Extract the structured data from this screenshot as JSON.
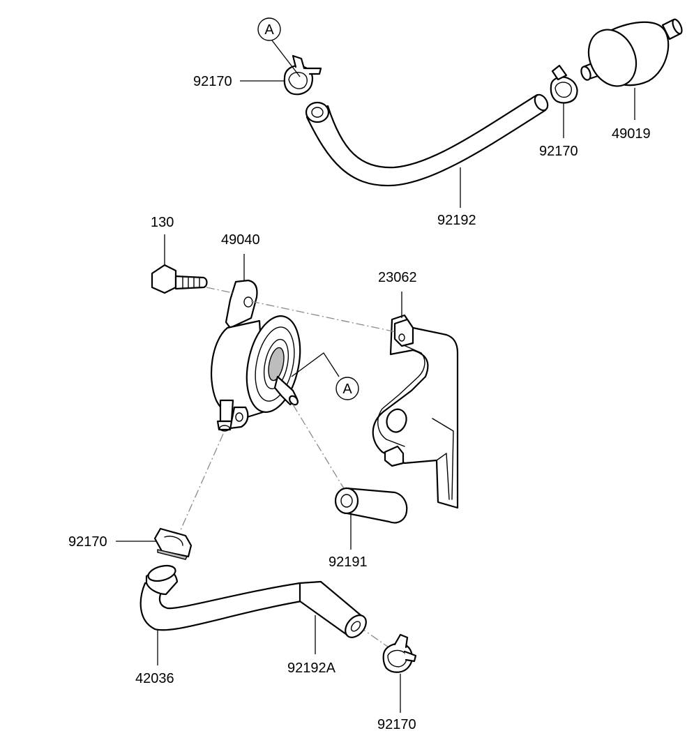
{
  "parts": {
    "clamp_top": "92170",
    "clamp_filter": "92170",
    "fuel_filter": "49019",
    "hose_upper": "92192",
    "bolt": "130",
    "fuel_pump": "49040",
    "bracket": "23062",
    "clamp_pump_outlet": "92170",
    "pump_cap": "92191",
    "hose_lower_pipe": "42036",
    "hose_lower": "92192A",
    "clamp_bottom": "92170"
  },
  "callouts": {
    "top": "A",
    "pump": "A"
  }
}
